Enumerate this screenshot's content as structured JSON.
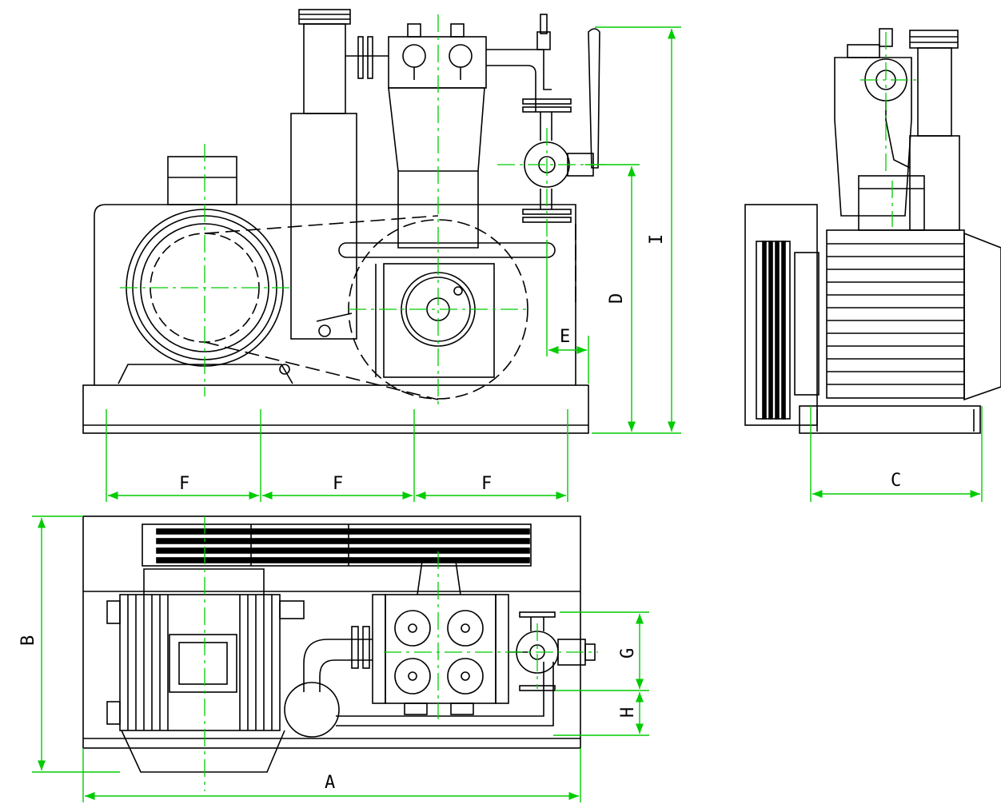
{
  "colors": {
    "outline": "#000000",
    "dimension": "#00cc00",
    "centerline": "#00cc00",
    "background": "#ffffff"
  },
  "dimensions": {
    "A": "A",
    "B": "B",
    "C": "C",
    "D": "D",
    "E": "E",
    "F1": "F",
    "F2": "F",
    "F3": "F",
    "G": "G",
    "H": "H",
    "I": "I"
  }
}
